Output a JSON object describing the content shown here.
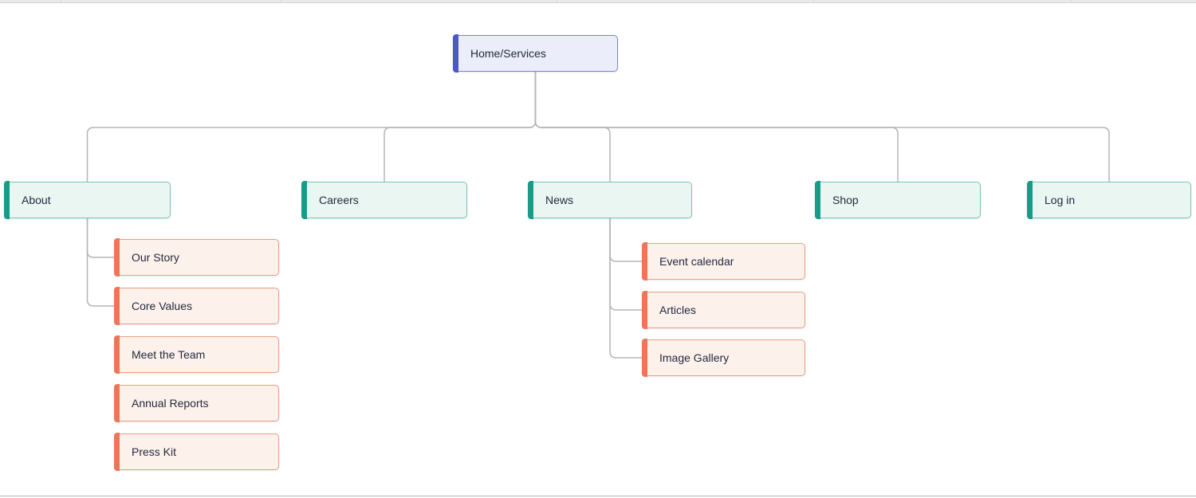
{
  "page": {
    "type": "website-sitemap-diagram"
  },
  "palette": {
    "root_accent": "#4b59c4",
    "root_border": "#7b84d0",
    "root_bg": "#ebedfa",
    "section_accent": "#189c88",
    "section_border": "#79c5b5",
    "section_bg": "#e9f6f2",
    "page_accent": "#ef7557",
    "page_border": "#eb9e82",
    "page_bg": "#fdf1ec",
    "connector_line": "#b5b5b5",
    "node_text": "#242a3d"
  },
  "diagram": {
    "nodes": {
      "home": {
        "label": "Home/Services",
        "level": "root"
      },
      "about": {
        "label": "About",
        "level": "section"
      },
      "careers": {
        "label": "Careers",
        "level": "section"
      },
      "news": {
        "label": "News",
        "level": "section"
      },
      "shop": {
        "label": "Shop",
        "level": "section"
      },
      "login": {
        "label": "Log in",
        "level": "section"
      },
      "our_story": {
        "label": "Our Story",
        "level": "page"
      },
      "core_values": {
        "label": "Core Values",
        "level": "page"
      },
      "meet_the_team": {
        "label": "Meet the Team",
        "level": "page"
      },
      "annual_reports": {
        "label": "Annual Reports",
        "level": "page"
      },
      "press_kit": {
        "label": "Press Kit",
        "level": "page"
      },
      "event_calendar": {
        "label": "Event calendar",
        "level": "page"
      },
      "articles": {
        "label": "Articles",
        "level": "page"
      },
      "image_gallery": {
        "label": "Image Gallery",
        "level": "page"
      }
    },
    "edges": [
      {
        "from": "home",
        "to": "about"
      },
      {
        "from": "home",
        "to": "careers"
      },
      {
        "from": "home",
        "to": "news"
      },
      {
        "from": "home",
        "to": "shop"
      },
      {
        "from": "home",
        "to": "login"
      },
      {
        "from": "about",
        "to": "our_story"
      },
      {
        "from": "about",
        "to": "core_values"
      },
      {
        "from": "news",
        "to": "event_calendar"
      },
      {
        "from": "news",
        "to": "articles"
      },
      {
        "from": "news",
        "to": "image_gallery"
      }
    ]
  }
}
